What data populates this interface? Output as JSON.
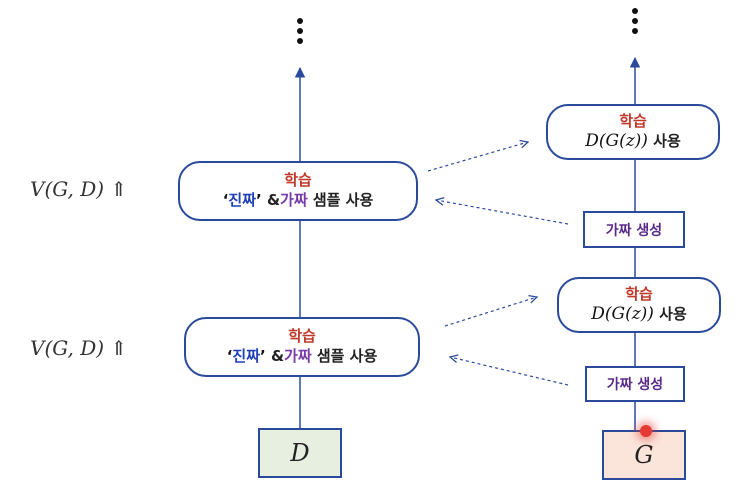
{
  "left_stack": {
    "top_node": {
      "title": "학습",
      "quote_open": "‘",
      "real": "진짜",
      "quote_close": "’",
      "amp": " &",
      "fake": "가짜",
      "rest": " 샘플 사용"
    },
    "bottom_node": {
      "title": "학습",
      "quote_open": "‘",
      "real": "진짜",
      "quote_close": "’",
      "amp": " &",
      "fake": "가짜",
      "rest": " 샘플 사용"
    },
    "discriminator_box": {
      "label": "D"
    },
    "objective_labels": [
      "V(G, D) ⇑",
      "V(G, D) ⇑"
    ]
  },
  "right_stack": {
    "top_node": {
      "title": "학습",
      "formula": "D(G(z))",
      "rest": " 사용"
    },
    "bottom_node": {
      "title": "학습",
      "formula": "D(G(z))",
      "rest": " 사용"
    },
    "fake_gen_top": {
      "label": "가짜 생성"
    },
    "fake_gen_bottom": {
      "label": "가짜 생성"
    },
    "generator_box": {
      "label": "G"
    }
  },
  "colors": {
    "line": "#2a4a9a",
    "learn_text": "#c0392b",
    "real_text": "#1f3fb8",
    "fake_text": "#7a3aa8",
    "d_box_fill": "#e7efe0",
    "g_box_fill": "#fbe4da",
    "cursor": "#e53935"
  }
}
